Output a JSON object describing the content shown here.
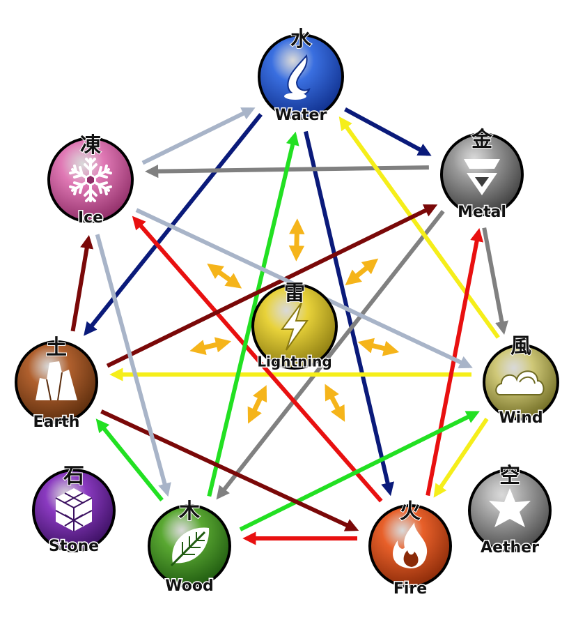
{
  "elements": [
    {
      "id": "water",
      "label": "Water",
      "kanji": "水",
      "icon": "water-drop-icon",
      "color": "#3a6fe0",
      "dark": "#0f2f8c"
    },
    {
      "id": "metal",
      "label": "Metal",
      "kanji": "金",
      "icon": "metal-emblem-icon",
      "color": "#9a9a9a",
      "dark": "#3c3c3c"
    },
    {
      "id": "wind",
      "label": "Wind",
      "kanji": "風",
      "icon": "cloud-icon",
      "color": "#cfc878",
      "dark": "#6e6a22"
    },
    {
      "id": "fire",
      "label": "Fire",
      "kanji": "火",
      "icon": "flame-icon",
      "color": "#e8602a",
      "dark": "#8a2a08"
    },
    {
      "id": "wood",
      "label": "Wood",
      "kanji": "木",
      "icon": "leaf-icon",
      "color": "#5aa832",
      "dark": "#1f5a10"
    },
    {
      "id": "earth",
      "label": "Earth",
      "kanji": "土",
      "icon": "rock-icon",
      "color": "#b0602e",
      "dark": "#5a2c0c"
    },
    {
      "id": "ice",
      "label": "Ice",
      "kanji": "凍",
      "icon": "snowflake-icon",
      "color": "#e079b5",
      "dark": "#8e2c66"
    },
    {
      "id": "lightning",
      "label": "Lightning",
      "kanji": "雷",
      "icon": "lightning-bolt-icon",
      "color": "#e8d23a",
      "dark": "#8a7a10"
    },
    {
      "id": "stone",
      "label": "Stone",
      "kanji": "石",
      "icon": "gem-icon",
      "color": "#8a3ac0",
      "dark": "#3a0f60"
    },
    {
      "id": "aether",
      "label": "Aether",
      "kanji": "空",
      "icon": "star-icon",
      "color": "#a8a8a8",
      "dark": "#4a4a4a"
    }
  ],
  "arrows": [
    {
      "from": "water",
      "to": "metal",
      "color": "#0a1a7a"
    },
    {
      "from": "water",
      "to": "earth",
      "color": "#0a1a7a"
    },
    {
      "from": "water",
      "to": "fire",
      "color": "#0a1a7a"
    },
    {
      "from": "metal",
      "to": "ice",
      "color": "#808080"
    },
    {
      "from": "metal",
      "to": "wind",
      "color": "#808080"
    },
    {
      "from": "metal",
      "to": "wood",
      "color": "#808080"
    },
    {
      "from": "wind",
      "to": "water",
      "color": "#f5ee1a"
    },
    {
      "from": "wind",
      "to": "earth",
      "color": "#f5ee1a"
    },
    {
      "from": "wind",
      "to": "fire",
      "color": "#f5ee1a"
    },
    {
      "from": "fire",
      "to": "wood",
      "color": "#e81010"
    },
    {
      "from": "fire",
      "to": "metal",
      "color": "#e81010"
    },
    {
      "from": "fire",
      "to": "ice",
      "color": "#e81010"
    },
    {
      "from": "wood",
      "to": "earth",
      "color": "#22e022"
    },
    {
      "from": "wood",
      "to": "water",
      "color": "#22e022"
    },
    {
      "from": "wood",
      "to": "wind",
      "color": "#22e022"
    },
    {
      "from": "earth",
      "to": "ice",
      "color": "#7a0808"
    },
    {
      "from": "earth",
      "to": "metal",
      "color": "#7a0808"
    },
    {
      "from": "earth",
      "to": "fire",
      "color": "#7a0808"
    },
    {
      "from": "ice",
      "to": "water",
      "color": "#a8b4c8"
    },
    {
      "from": "ice",
      "to": "wind",
      "color": "#a8b4c8"
    },
    {
      "from": "ice",
      "to": "wood",
      "color": "#a8b4c8"
    }
  ],
  "lightning_links": {
    "targets": [
      "water",
      "metal",
      "wind",
      "fire",
      "wood",
      "earth",
      "ice"
    ],
    "color": "#f5b41a"
  }
}
